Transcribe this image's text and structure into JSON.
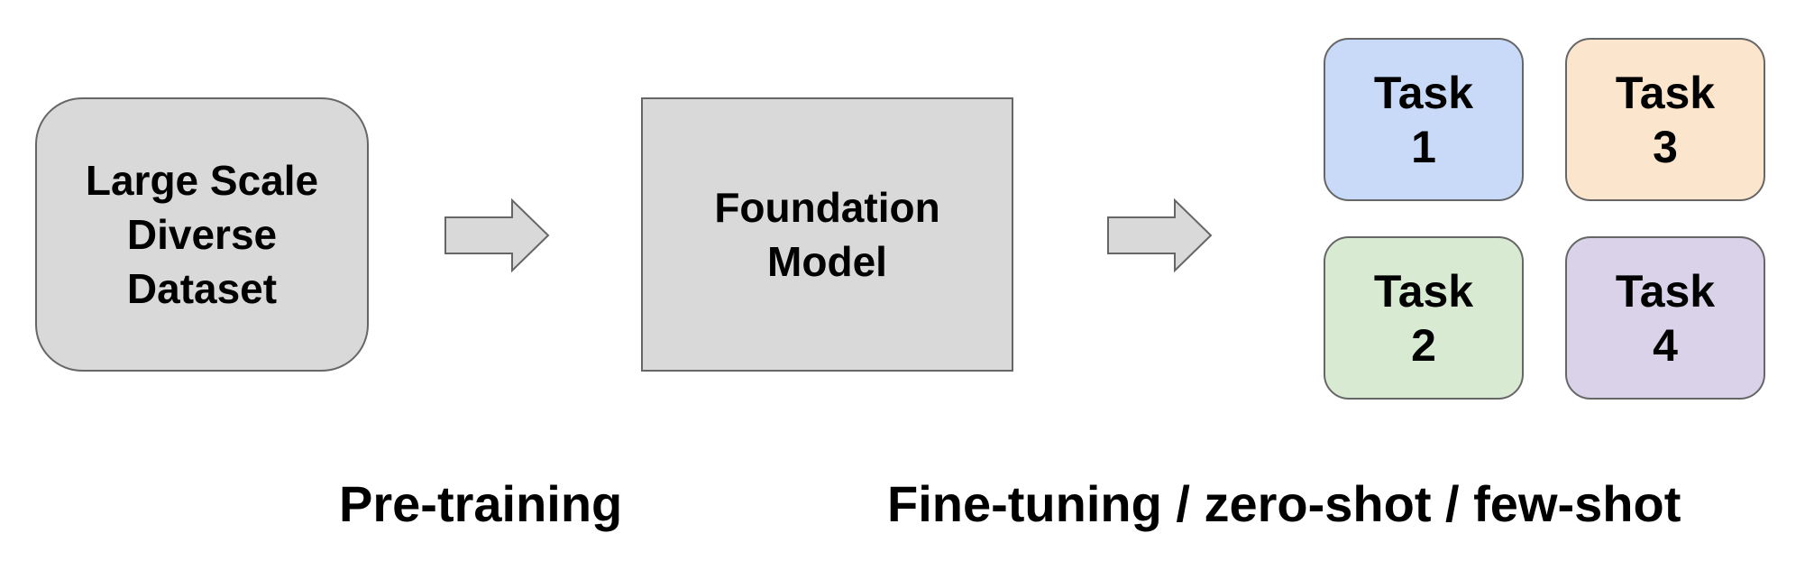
{
  "dataset": {
    "lines": [
      "Large Scale",
      "Diverse",
      "Dataset"
    ],
    "fill": "#d9d9d9"
  },
  "model": {
    "lines": [
      "Foundation",
      "Model"
    ],
    "fill": "#d9d9d9"
  },
  "tasks": [
    {
      "word": "Task",
      "num": "1",
      "fill": "#c9daf8"
    },
    {
      "word": "Task",
      "num": "2",
      "fill": "#d9ead3"
    },
    {
      "word": "Task",
      "num": "3",
      "fill": "#fce5cd"
    },
    {
      "word": "Task",
      "num": "4",
      "fill": "#d9d2e9"
    }
  ],
  "captions": {
    "pretraining": "Pre-training",
    "finetuning": "Fine-tuning / zero-shot / few-shot"
  },
  "colors": {
    "border": "#666666",
    "arrow_fill": "#d9d9d9"
  }
}
